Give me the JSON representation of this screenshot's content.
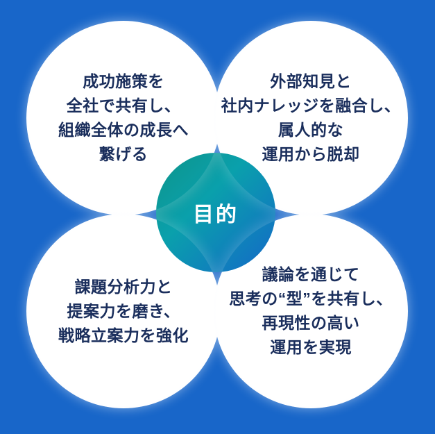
{
  "diagram": {
    "title": "purpose-diagram",
    "colors": {
      "background": "#1866C9",
      "circle_fill": "#FFFFFF",
      "body_text": "#1A2E5C",
      "center_gradient_start": "#0E9489",
      "center_gradient_mid": "#0AA0AC",
      "center_gradient_end": "#1468C8",
      "center_text": "#FFFFFF"
    },
    "center": {
      "label": "目的"
    },
    "circles": [
      {
        "position": "top-left",
        "text": "成功施策を\n全社で共有し、\n組織全体の成長へ\n繋げる"
      },
      {
        "position": "top-right",
        "text": "外部知見と\n社内ナレッジを融合し、\n属人的な\n運用から脱却"
      },
      {
        "position": "bottom-left",
        "text": "課題分析力と\n提案力を磨き、\n戦略立案力を強化"
      },
      {
        "position": "bottom-right",
        "text": "議論を通じて\n思考の“型”を共有し、\n再現性の高い\n運用を実現"
      }
    ]
  }
}
